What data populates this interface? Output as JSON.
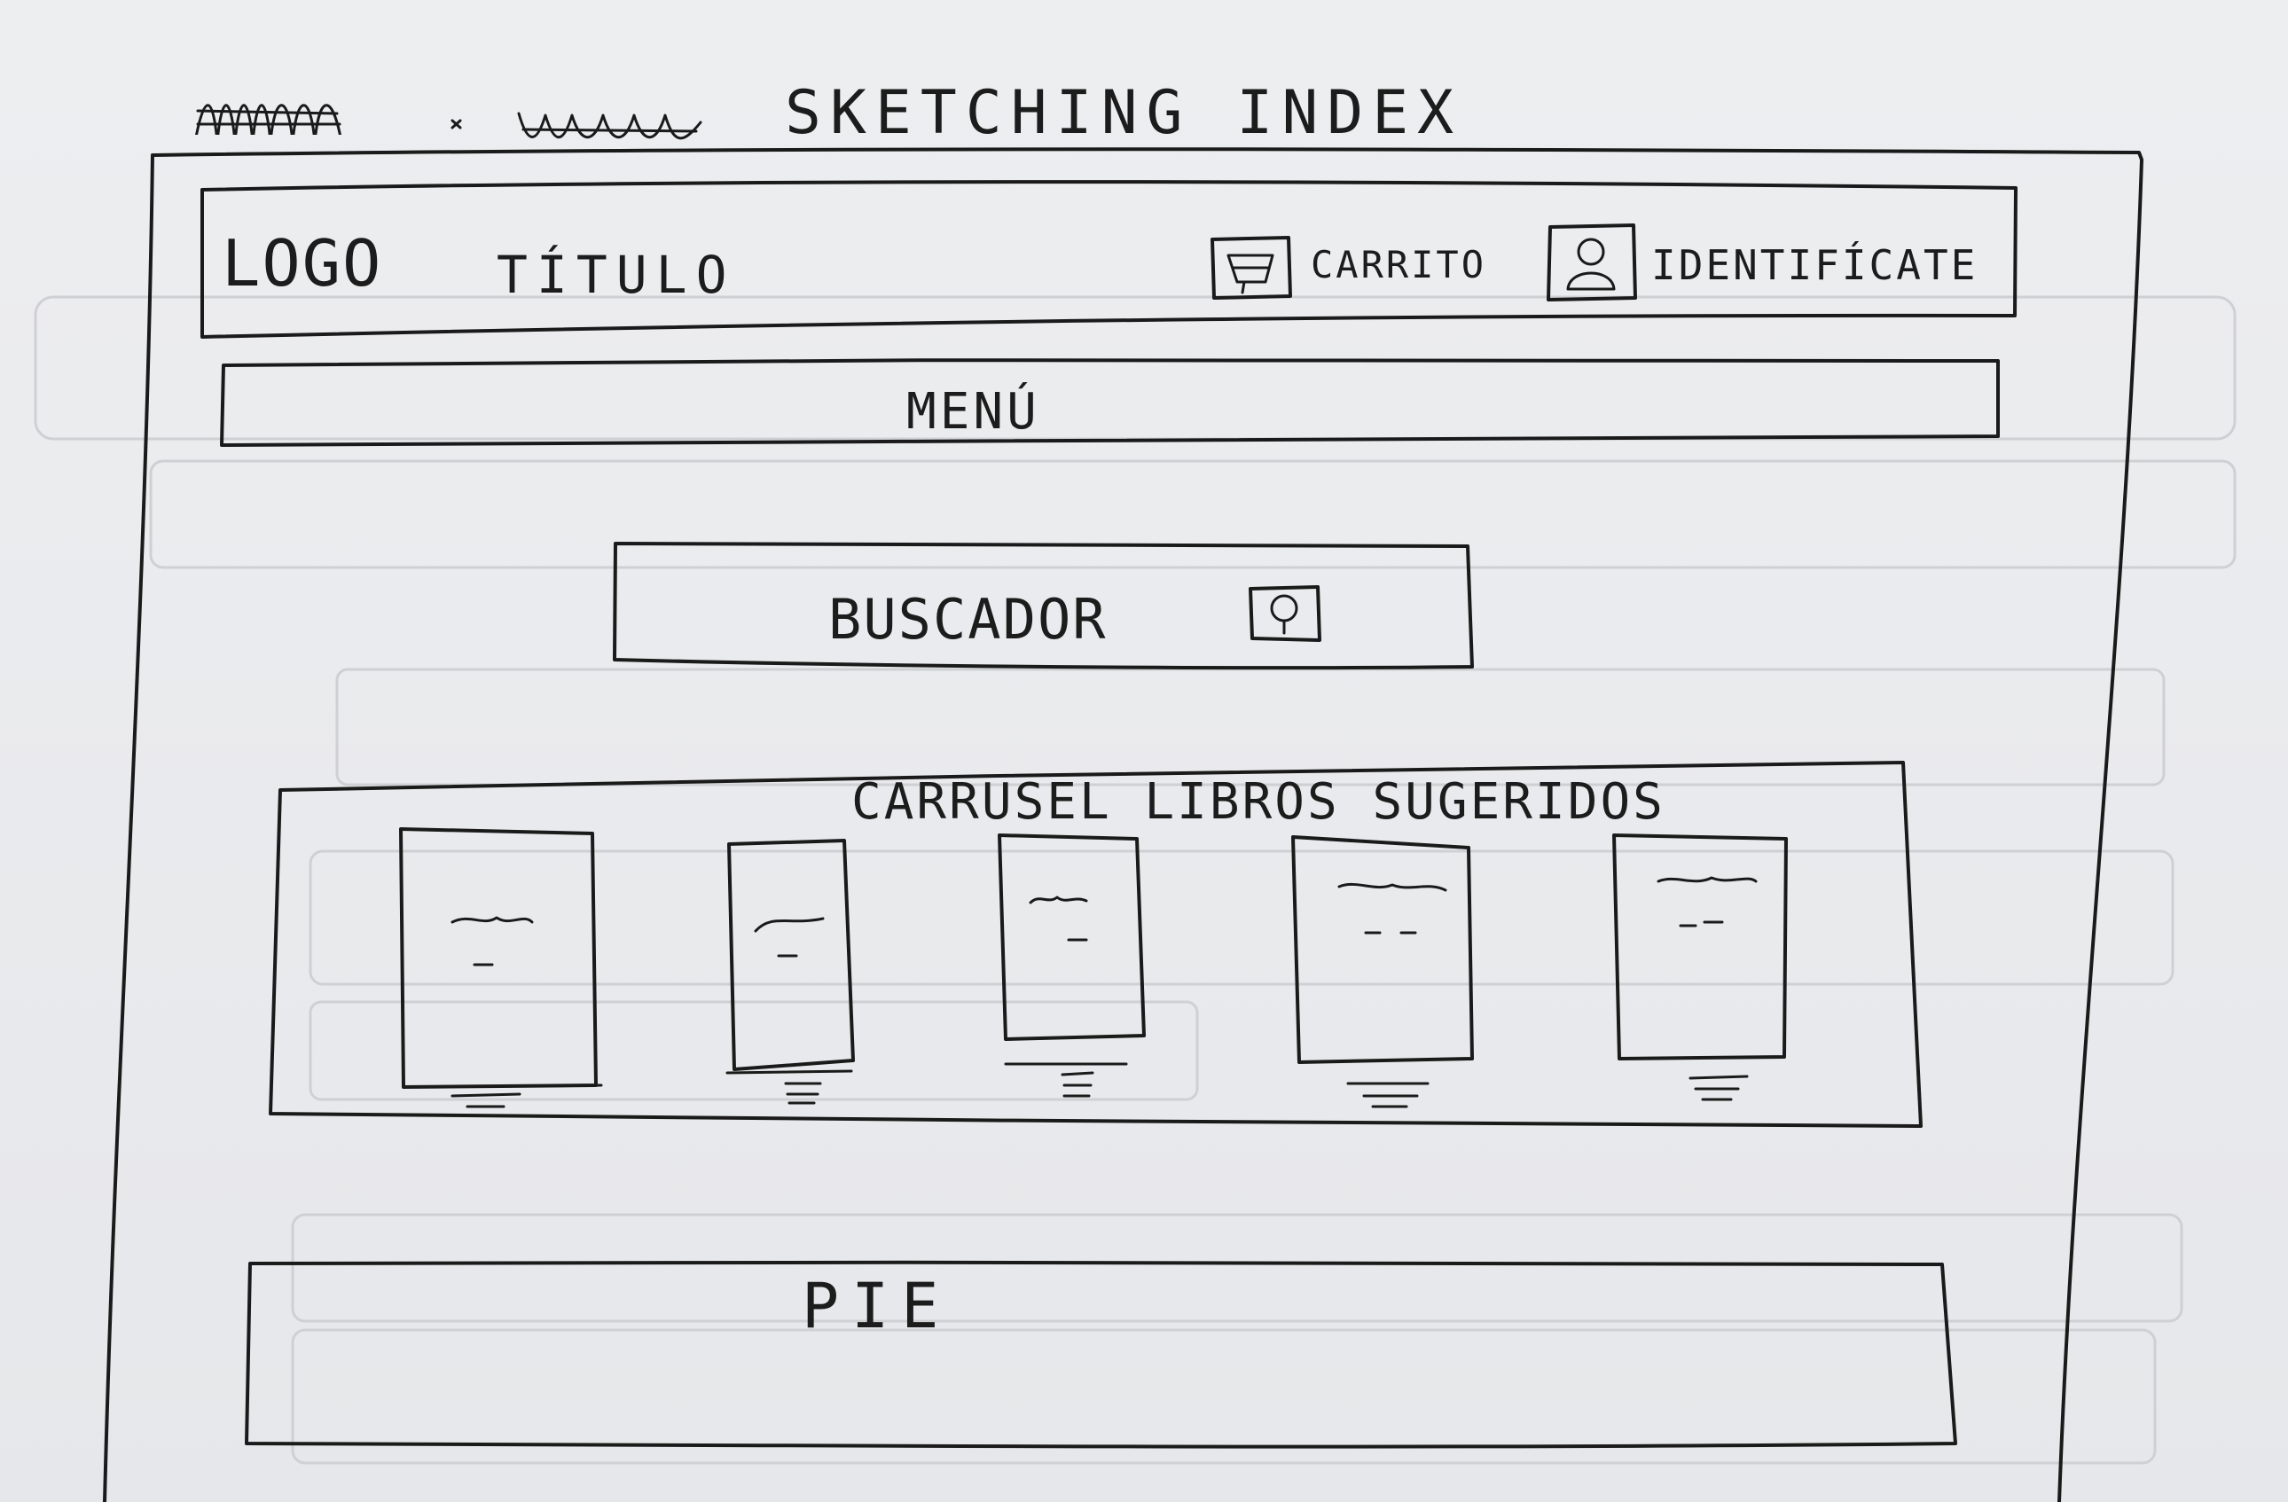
{
  "sheet": {
    "heading": "SKETCHING INDEX"
  },
  "header": {
    "logo": "LOGO",
    "title": "TÍTULO",
    "cart_label": "CARRITO",
    "login_label": "IDENTIFÍCATE",
    "cart_icon": "cart-icon",
    "login_icon": "user-icon"
  },
  "menu": {
    "label": "MENÚ"
  },
  "search": {
    "label": "BUSCADOR",
    "icon": "search-icon"
  },
  "carousel": {
    "title": "CARRUSEL LIBROS SUGERIDOS",
    "books": [
      {
        "name": "book-1"
      },
      {
        "name": "book-2"
      },
      {
        "name": "book-3"
      },
      {
        "name": "book-4"
      },
      {
        "name": "book-5"
      }
    ]
  },
  "footer": {
    "label": "PIE"
  }
}
